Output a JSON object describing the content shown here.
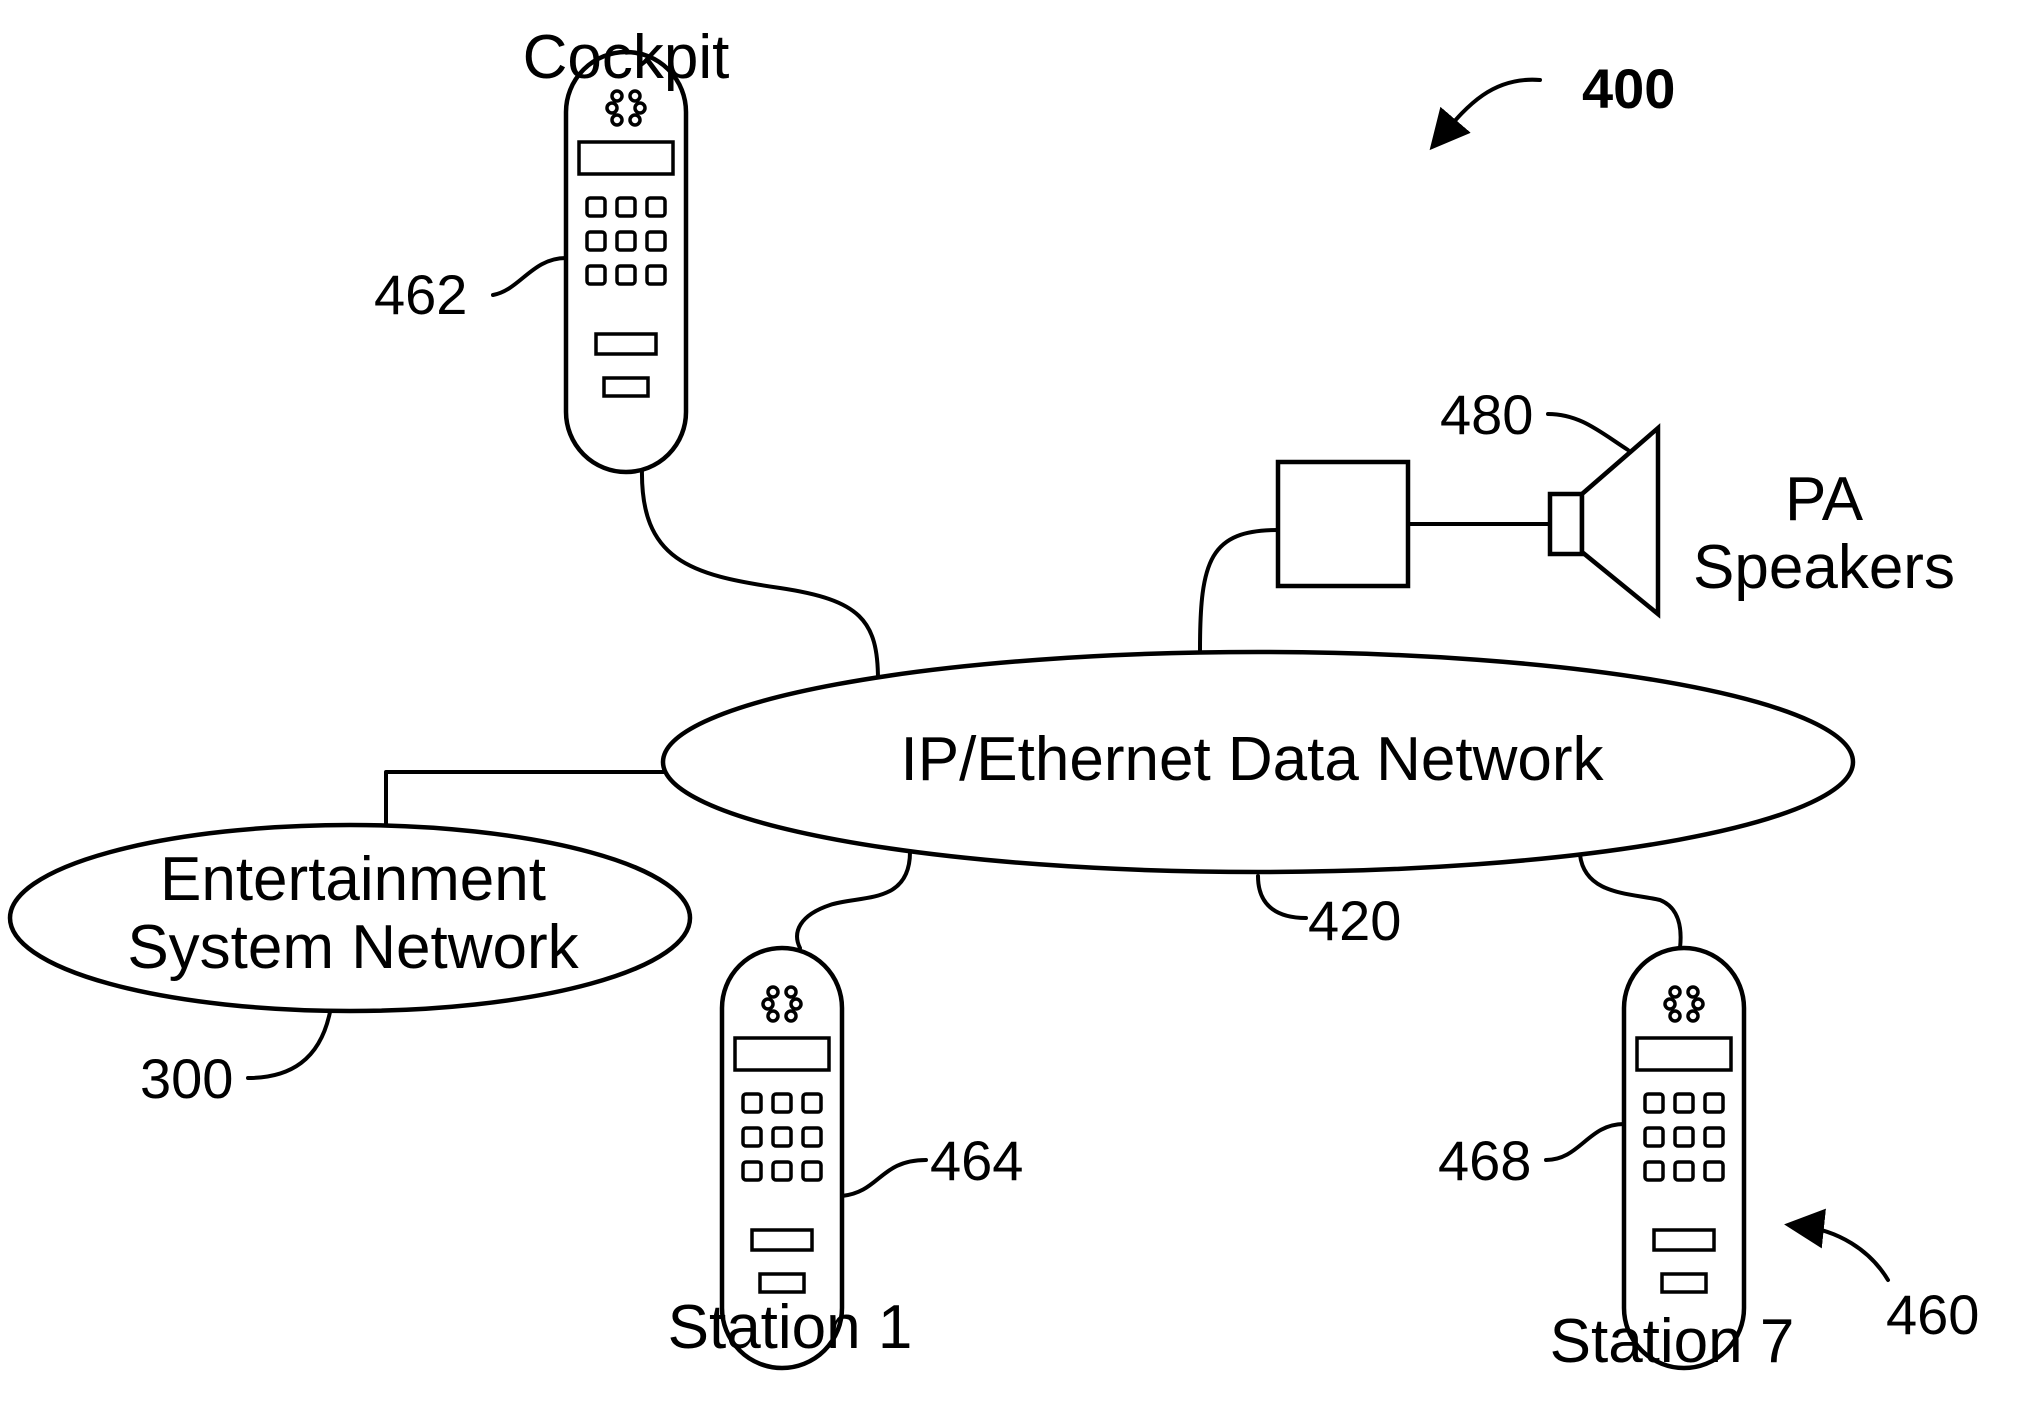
{
  "figure_number": "400",
  "network": {
    "label": "IP/Ethernet Data Network",
    "ref": "420"
  },
  "entertainment": {
    "label_line1": "Entertainment",
    "label_line2": "System Network",
    "ref": "300"
  },
  "cockpit": {
    "label": "Cockpit",
    "ref": "462"
  },
  "station1": {
    "label": "Station 1",
    "ref": "464"
  },
  "station7": {
    "label": "Station 7",
    "ref": "468"
  },
  "handsets_group_ref": "460",
  "pa": {
    "label_line1": "PA",
    "label_line2": "Speakers",
    "ref": "480"
  },
  "icons": [
    "handset-icon",
    "speaker-icon",
    "amplifier-box"
  ],
  "colors": {
    "ink": "#000000",
    "background": "#ffffff"
  }
}
